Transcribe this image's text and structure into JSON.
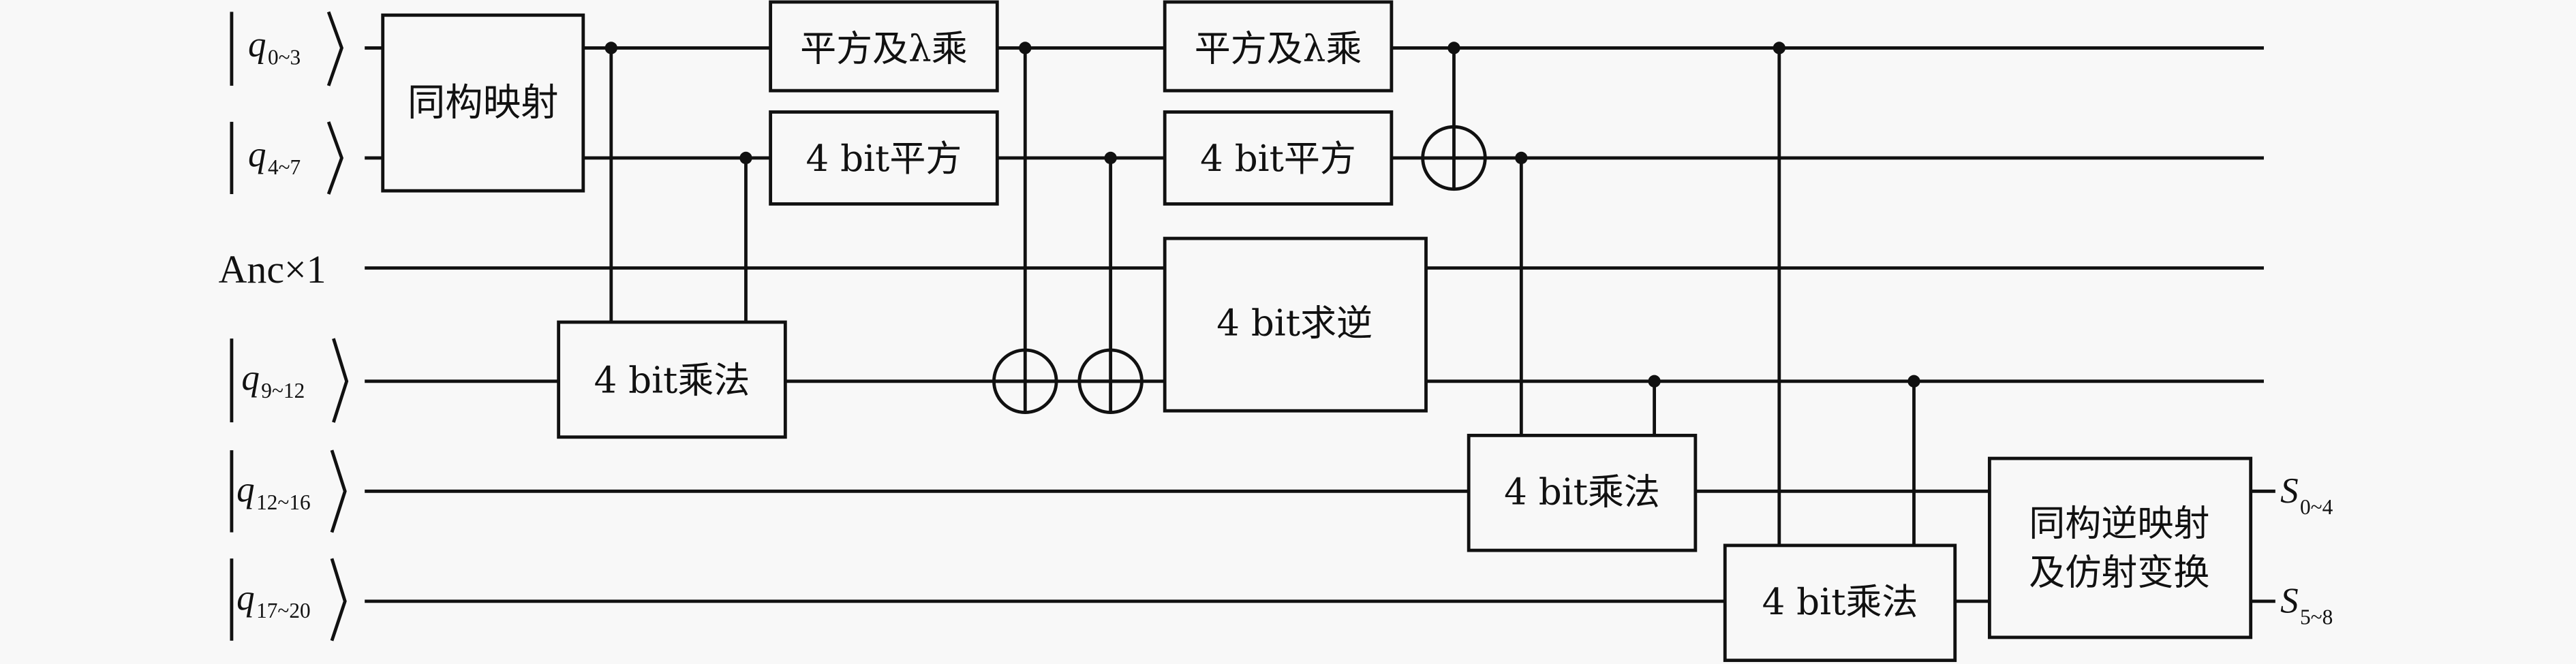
{
  "inputs": [
    {
      "sym": "q",
      "sub": "0~3"
    },
    {
      "sym": "q",
      "sub": "4~7"
    },
    {
      "plain": "Anc×1"
    },
    {
      "sym": "q",
      "sub": "9~12"
    },
    {
      "sym": "q",
      "sub": "12~16"
    },
    {
      "sym": "q",
      "sub": "17~20"
    }
  ],
  "outputs": [
    {
      "sym": "S",
      "sub": "0~4"
    },
    {
      "sym": "S",
      "sub": "5~8"
    }
  ],
  "gates": {
    "iso_map": "同构映射",
    "mul1": "4 bit乘法",
    "sqlam1": "平方及λ乘",
    "sq1": "4 bit平方",
    "sqlam2": "平方及λ乘",
    "sq2": "4 bit平方",
    "inv": "4 bit求逆",
    "mul2": "4 bit乘法",
    "mul3": "4 bit乘法",
    "final_line1": "同构逆映射",
    "final_line2": "及仿射变换"
  }
}
